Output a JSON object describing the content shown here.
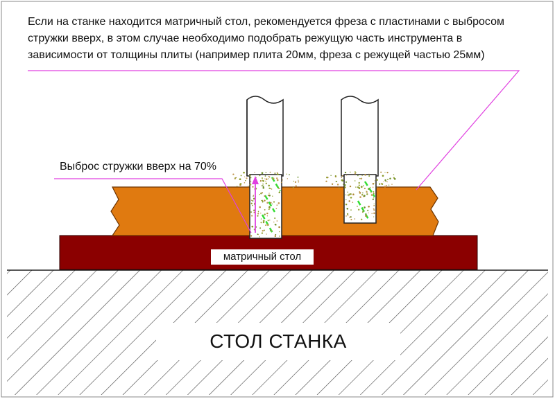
{
  "description": "Если на станке находится матричный стол, рекомендуется фреза с пластинами с выбросом стружки вверх, в этом случае необходимо подобрать режущую часть инструмента в зависимости от толщины плиты (например плита 20мм, фреза с режущей частью 25мм)",
  "callout": "Выброс стружки вверх на 70%",
  "matrix_table_label": "матричный стол",
  "machine_table_label": "СТОЛ СТАНКА",
  "colors": {
    "board": "#E07A10",
    "matrix_table": "#8B0000",
    "callout_line": "#E040E0",
    "flutes": "#33DD33",
    "hatch": "#444444"
  }
}
